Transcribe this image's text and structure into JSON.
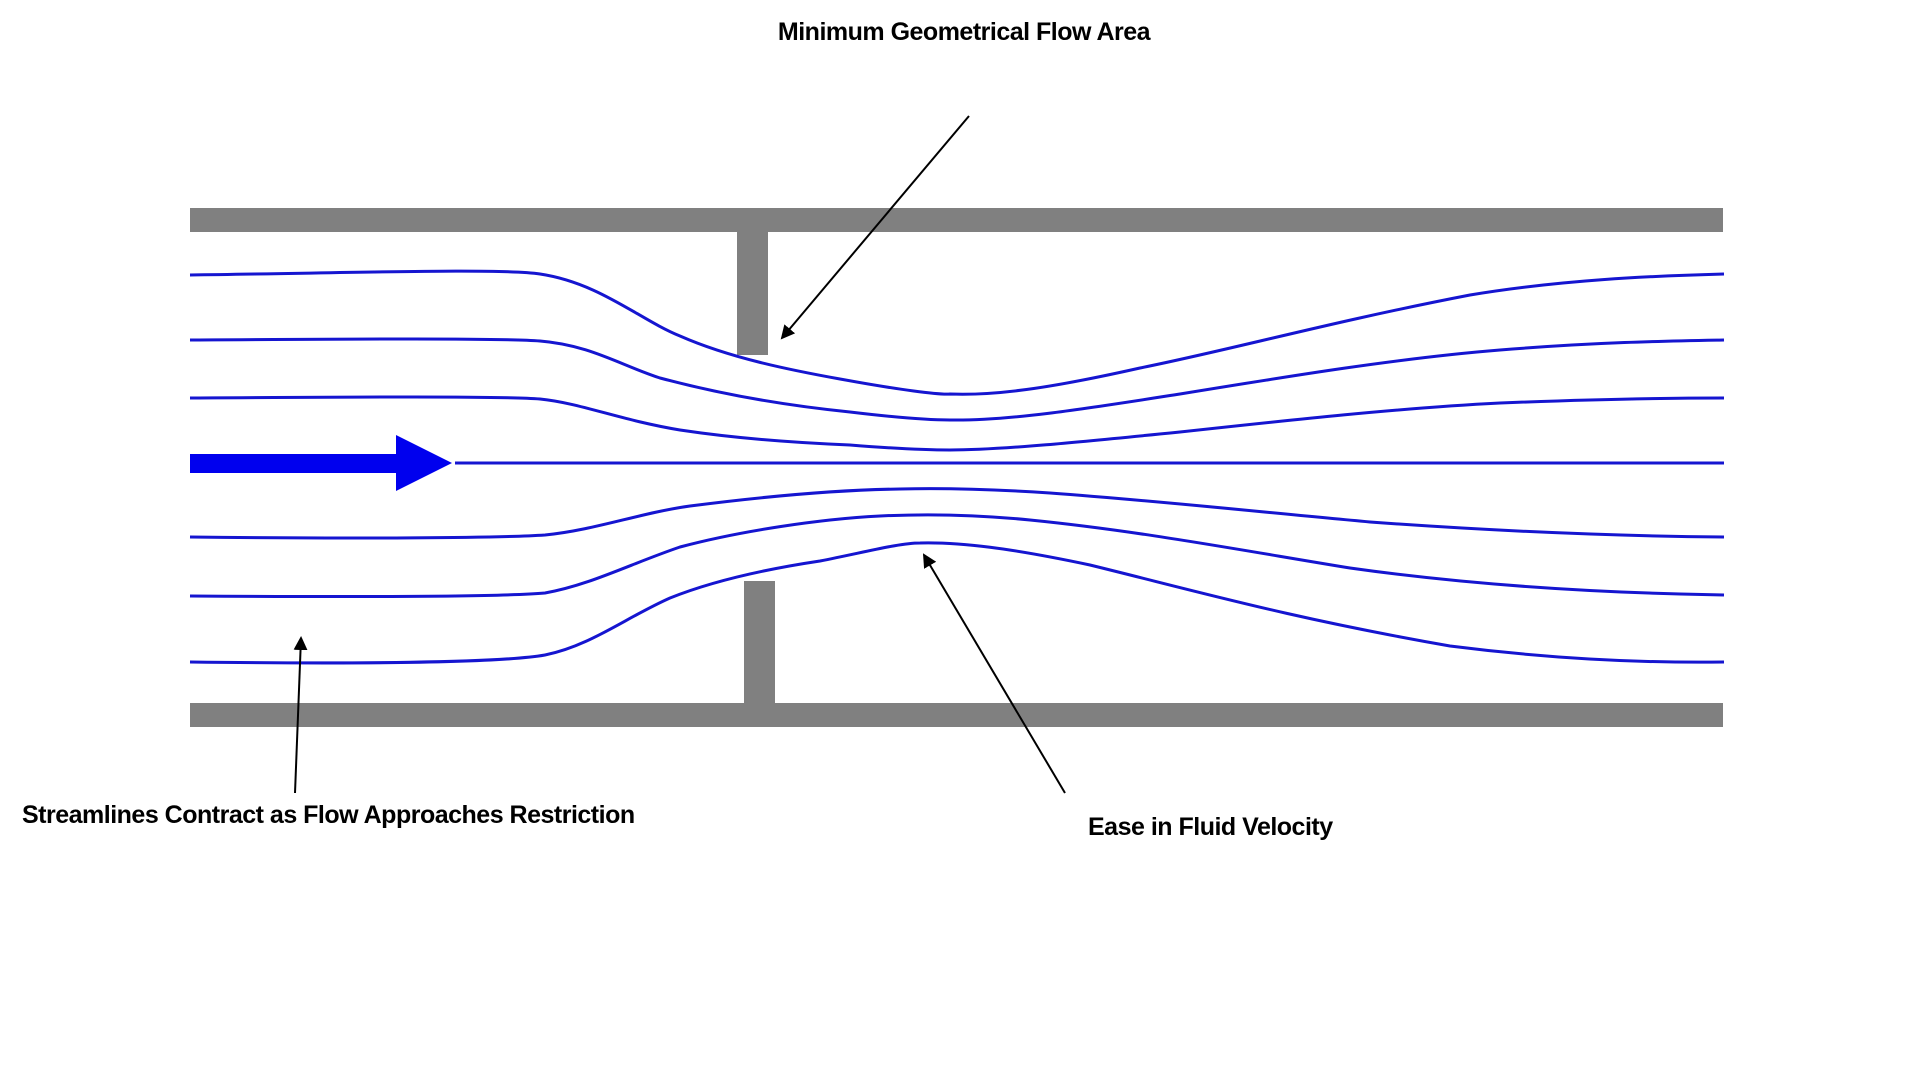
{
  "labels": {
    "top": "Minimum Geometrical Flow Area",
    "left": "Streamlines Contract as Flow Approaches Restriction",
    "bottom": "Ease in Fluid Velocity"
  },
  "colors": {
    "pipe": "#808080",
    "streamline": "#1515d0",
    "flow_arrow": "#0000ee",
    "annotation": "#000000"
  }
}
